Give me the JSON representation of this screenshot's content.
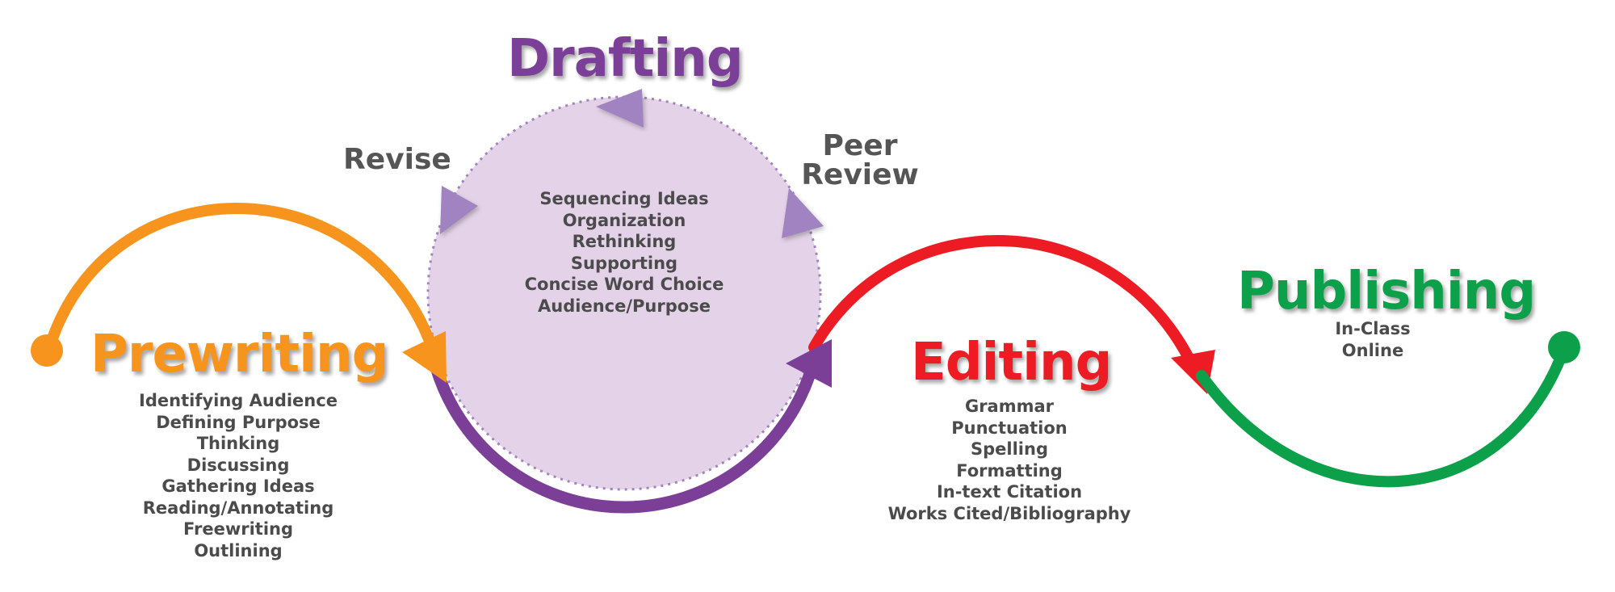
{
  "colors": {
    "prewriting": "#f7941d",
    "drafting": "#7b3f98",
    "drafting_fill": "#e4d3e8",
    "drafting_arrow": "#a083c0",
    "editing": "#ed1c24",
    "publishing": "#0ca04a",
    "text_gray": "#4b4b4b"
  },
  "stages": {
    "prewriting": {
      "title": "Prewriting",
      "items": [
        "Identifying Audience",
        "Defining Purpose",
        "Thinking",
        "Discussing",
        "Gathering Ideas",
        "Reading/Annotating",
        "Freewriting",
        "Outlining"
      ]
    },
    "drafting": {
      "title": "Drafting",
      "items": [
        "Sequencing Ideas",
        "Organization",
        "Rethinking",
        "Supporting",
        "Concise Word Choice",
        "Audience/Purpose"
      ]
    },
    "editing": {
      "title": "Editing",
      "items": [
        "Grammar",
        "Punctuation",
        "Spelling",
        "Formatting",
        "In-text Citation",
        "Works Cited/Bibliography"
      ]
    },
    "publishing": {
      "title": "Publishing",
      "items": [
        "In-Class",
        "Online"
      ]
    }
  },
  "cycle_labels": {
    "revise": "Revise",
    "peer_review_line1": "Peer",
    "peer_review_line2": "Review"
  }
}
